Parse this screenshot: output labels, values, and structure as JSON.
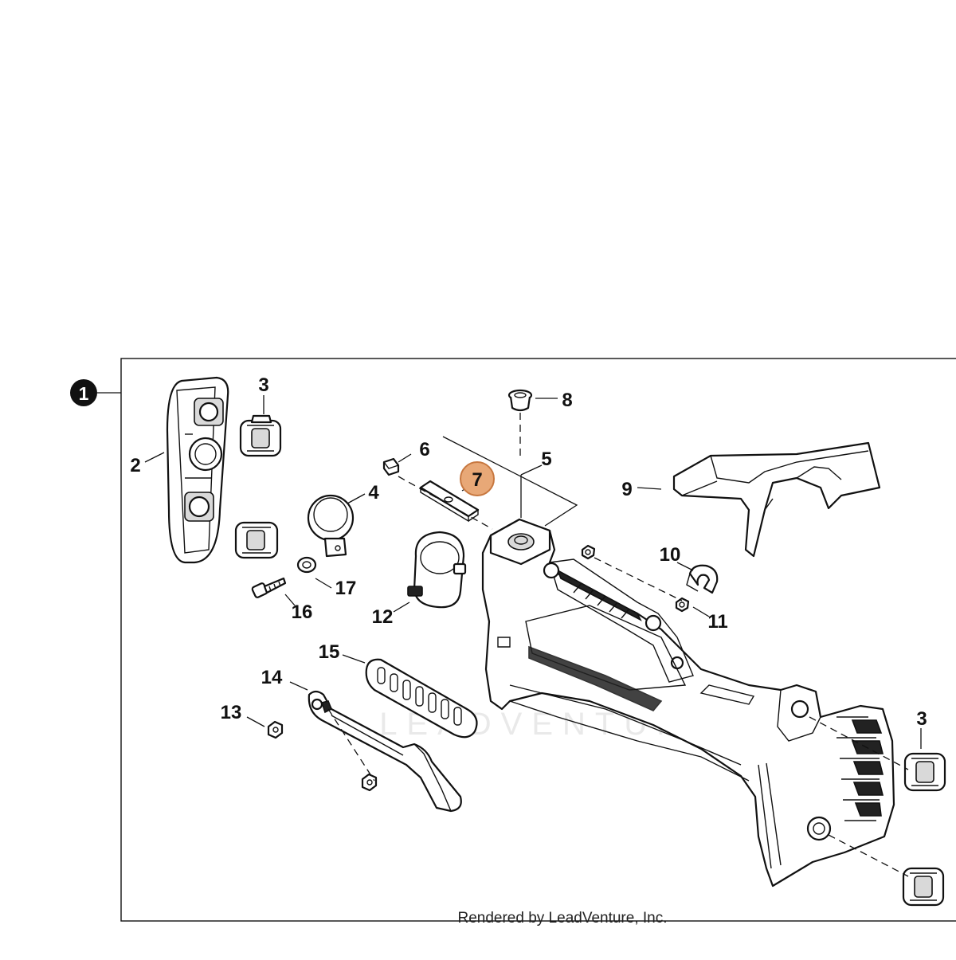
{
  "diagram": {
    "assembly_badge": "1",
    "highlighted_callout": "7",
    "highlight_color": "#e8a877",
    "highlight_stroke": "#c7773f",
    "footer_text": "Rendered by LeadVenture, Inc.",
    "watermark_text": "LEADVENTURE",
    "callouts": {
      "c2": "2",
      "c3a": "3",
      "c3b": "3",
      "c4": "4",
      "c5": "5",
      "c6": "6",
      "c7": "7",
      "c8": "8",
      "c9": "9",
      "c10": "10",
      "c11": "11",
      "c12": "12",
      "c13": "13",
      "c14": "14",
      "c15": "15",
      "c16": "16",
      "c17": "17"
    }
  }
}
